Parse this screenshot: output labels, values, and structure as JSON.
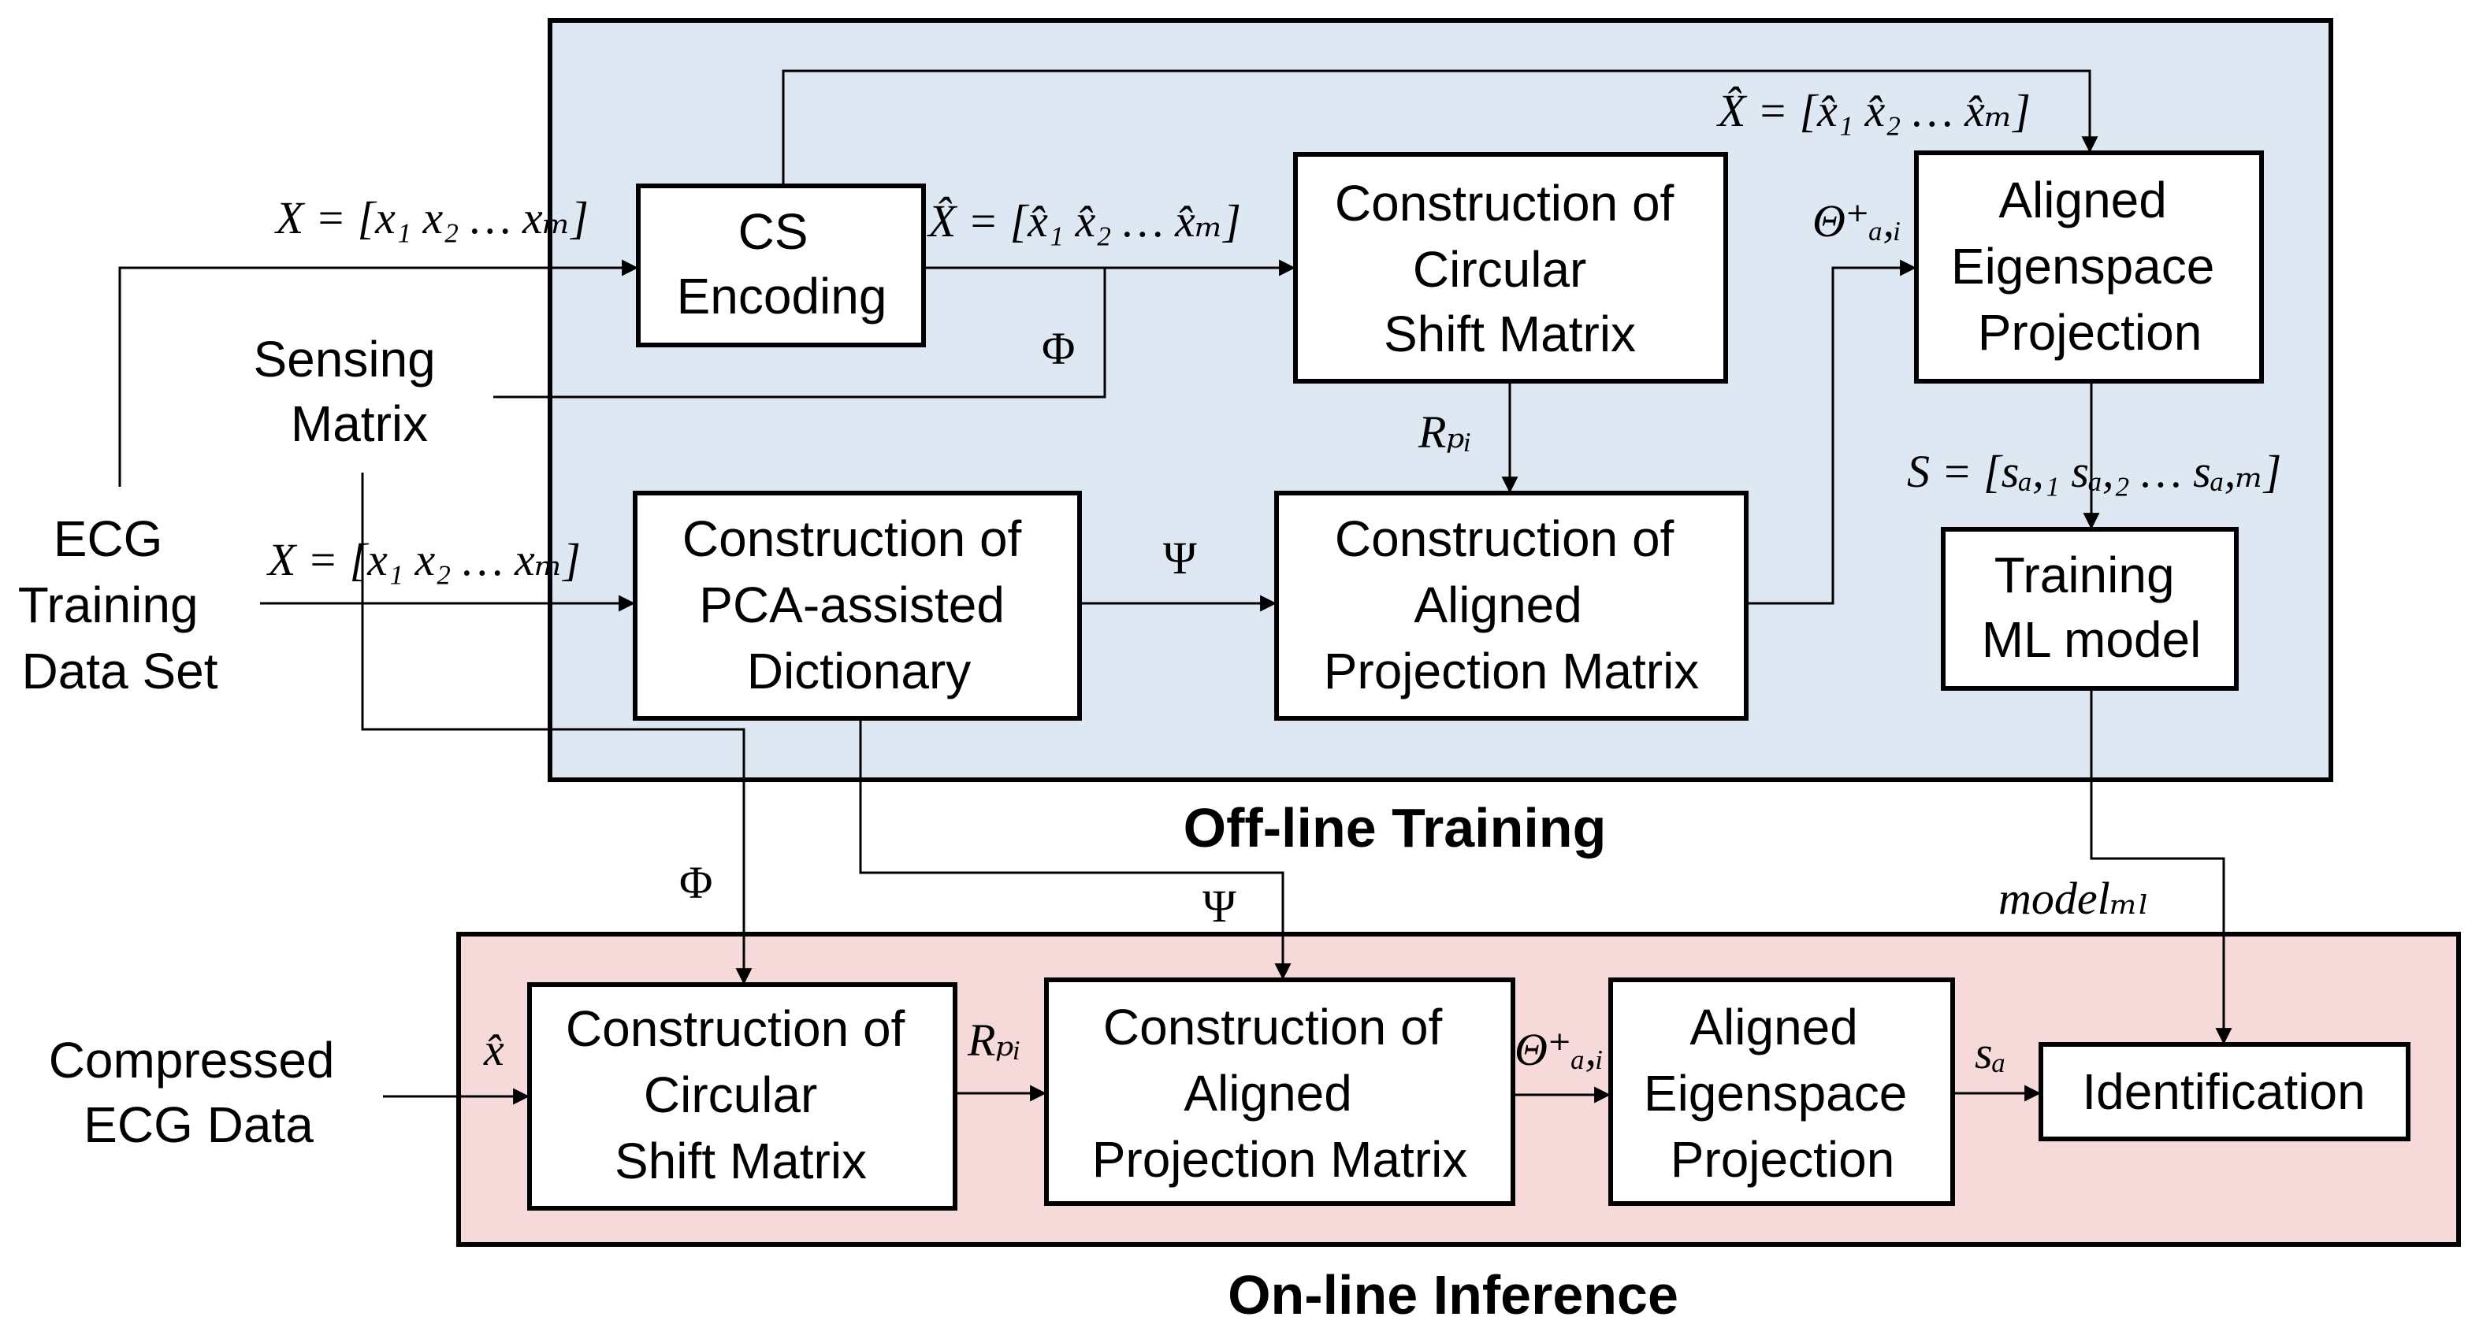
{
  "regions": {
    "training": "Off-line Training",
    "inference": "On-line Inference"
  },
  "inputs": {
    "ecg_training": [
      "ECG",
      "Training",
      "Data Set"
    ],
    "sensing_matrix": [
      "Sensing",
      "Matrix"
    ],
    "compressed_ecg": [
      "Compressed",
      "ECG Data"
    ]
  },
  "blocks": {
    "cs_encoding": [
      "CS",
      "Encoding"
    ],
    "circular_shift_train": [
      "Construction of",
      "Circular",
      "Shift Matrix"
    ],
    "aligned_eigenspace_train": [
      "Aligned",
      "Eigenspace",
      "Projection"
    ],
    "pca_dictionary": [
      "Construction of",
      "PCA-assisted",
      "Dictionary"
    ],
    "aligned_projection_train": [
      "Construction of",
      "Aligned",
      "Projection Matrix"
    ],
    "training_ml": [
      "Training",
      "ML model"
    ],
    "circular_shift_infer": [
      "Construction of",
      "Circular",
      "Shift Matrix"
    ],
    "aligned_projection_infer": [
      "Construction of",
      "Aligned",
      "Projection Matrix"
    ],
    "aligned_eigenspace_infer": [
      "Aligned",
      "Eigenspace",
      "Projection"
    ],
    "identification": [
      "Identification"
    ]
  },
  "edge_labels": {
    "x_to_cs": "X = [x₁ x₂ … xₘ]",
    "x_to_pca": "X = [x₁ x₂ … xₘ]",
    "xhat_to_circ": "X̂ = [x̂₁ x̂₂ … x̂ₘ]",
    "xhat_top": "X̂ = [x̂₁ x̂₂ … x̂ₘ]",
    "phi_train": "Φ",
    "phi_infer": "Φ",
    "r_train": "Rₚᵢ",
    "r_infer": "Rₚᵢ",
    "psi_train": "Ψ",
    "psi_infer": "Ψ",
    "theta_train": "Θ⁺ₐ,ᵢ",
    "theta_infer": "Θ⁺ₐ,ᵢ",
    "s_features": "S = [sₐ,₁ sₐ,₂ … sₐ,ₘ]",
    "model_ml": "modelₘₗ",
    "x_hat_input": "x̂",
    "s_a": "sₐ"
  }
}
